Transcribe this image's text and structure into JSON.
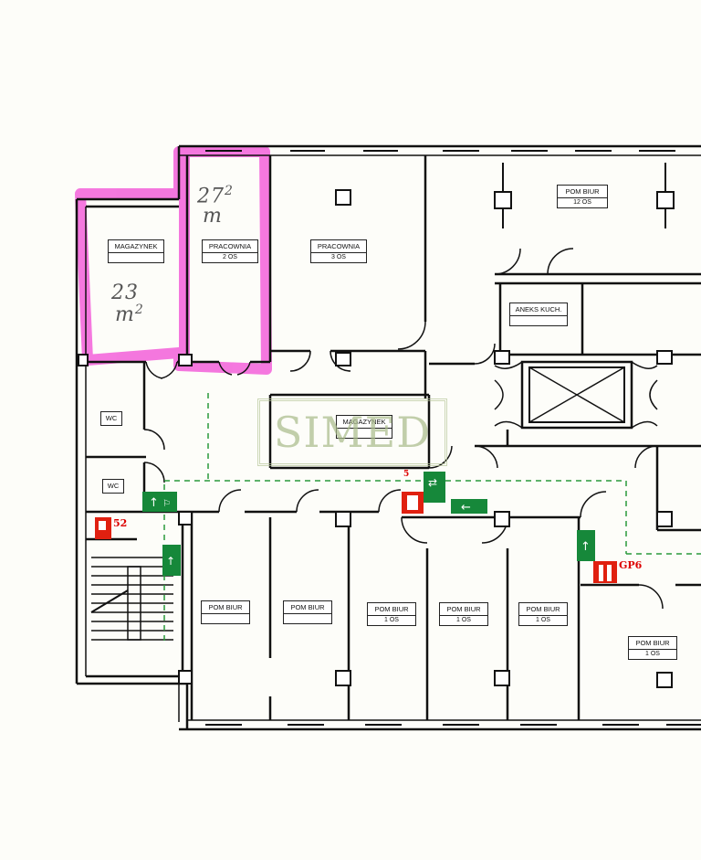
{
  "rooms": {
    "magazynek_left": {
      "label": "MAGAZYNEK",
      "sub": ""
    },
    "pracownia_2": {
      "label": "PRACOWNIA",
      "sub": "2 OS"
    },
    "pracownia_3": {
      "label": "PRACOWNIA",
      "sub": "3 OS"
    },
    "pom_biur_12": {
      "label": "POM BIUR",
      "sub": "12 OS"
    },
    "aneks_kuch": {
      "label": "ANEKS KUCH.",
      "sub": ""
    },
    "magazynek_mid": {
      "label": "MAGAZYNEK",
      "sub": ""
    },
    "wc_1": {
      "label": "WC"
    },
    "wc_2": {
      "label": "WC"
    },
    "pom_biur_a": {
      "label": "POM BIUR",
      "sub": ""
    },
    "pom_biur_b": {
      "label": "POM BIUR",
      "sub": ""
    },
    "pom_biur_c": {
      "label": "POM BIUR",
      "sub": "1 OS"
    },
    "pom_biur_d": {
      "label": "POM BIUR",
      "sub": "1 OS"
    },
    "pom_biur_e": {
      "label": "POM BIUR",
      "sub": "1 OS"
    },
    "pom_biur_f": {
      "label": "POM BIUR",
      "sub": "1 OS"
    }
  },
  "handwritten": {
    "area_pracownia": {
      "num": "27",
      "unit": "m",
      "exp": "2"
    },
    "area_magazynek": {
      "num": "23",
      "unit": "m",
      "exp": "2"
    }
  },
  "evacuation": {
    "gp6": "GP6",
    "gp2": "52",
    "gp_small": "5"
  },
  "watermark": "SIMED",
  "colors": {
    "highlight": "#f24bd6",
    "wall": "#111111",
    "exit_sign": "#16883a",
    "exit_route": "#2a9a3a",
    "fire_exit": "#e02010"
  }
}
